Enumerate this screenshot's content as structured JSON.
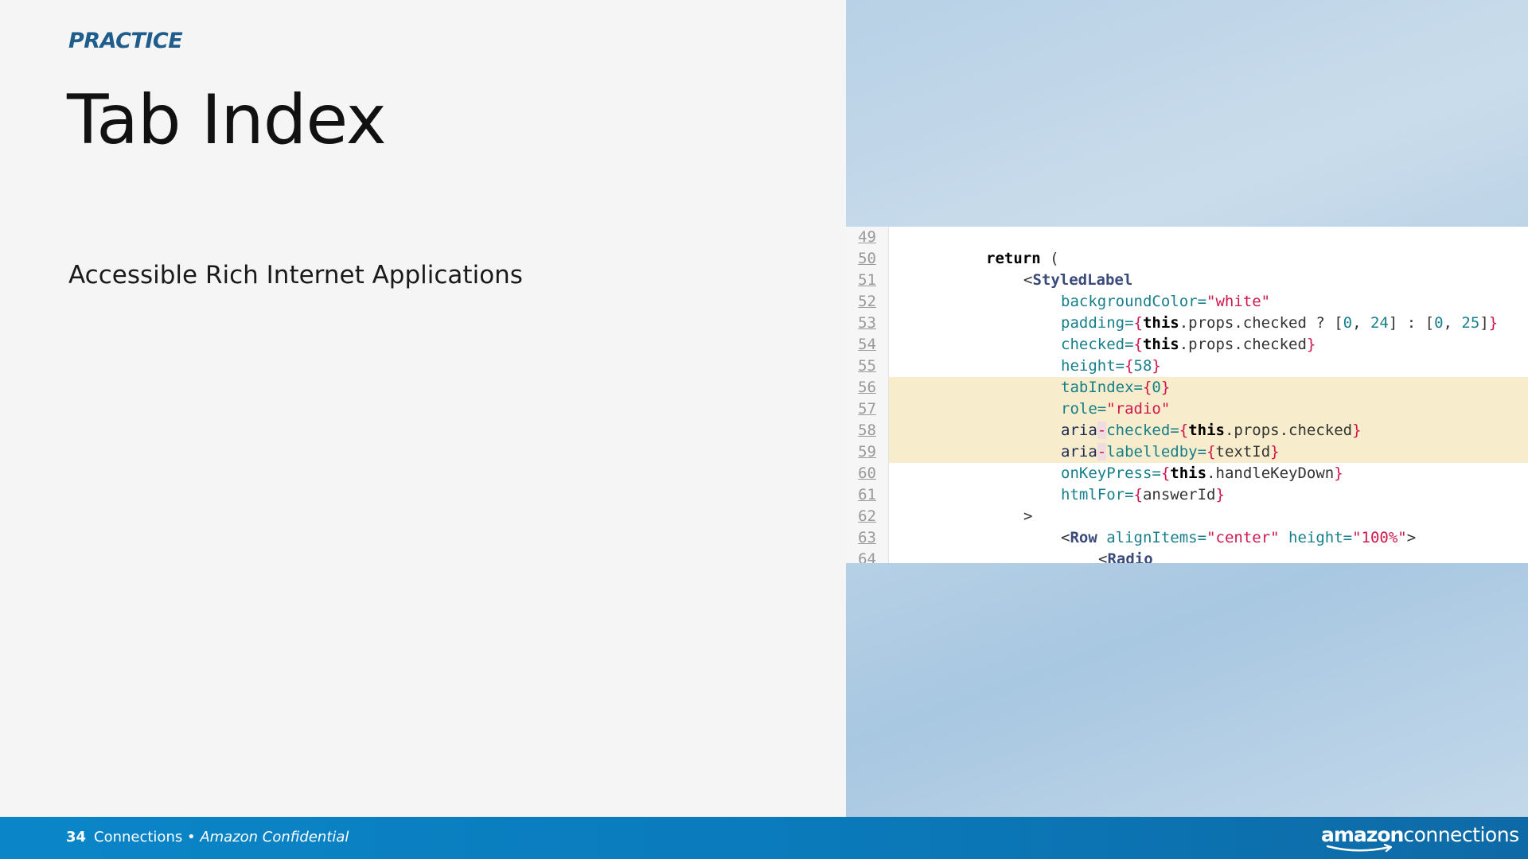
{
  "slide": {
    "section_label": "PRACTICE",
    "title": "Tab Index",
    "subtitle": "Accessible Rich Internet Applications"
  },
  "code_snippet": {
    "lines": [
      {
        "number": "49",
        "text": ""
      },
      {
        "number": "50",
        "text": "return ("
      },
      {
        "number": "51",
        "text": "<StyledLabel"
      },
      {
        "number": "52",
        "text": "backgroundColor=\"white\""
      },
      {
        "number": "53",
        "text": "padding={this.props.checked ? [0, 24] : [0, 25]}"
      },
      {
        "number": "54",
        "text": "checked={this.props.checked}"
      },
      {
        "number": "55",
        "text": "height={58}"
      },
      {
        "number": "56",
        "text": "tabIndex={0}"
      },
      {
        "number": "57",
        "text": "role=\"radio\""
      },
      {
        "number": "58",
        "text": "aria-checked={this.props.checked}"
      },
      {
        "number": "59",
        "text": "aria-labelledby={textId}"
      },
      {
        "number": "60",
        "text": "onKeyPress={this.handleKeyDown}"
      },
      {
        "number": "61",
        "text": "htmlFor={answerId}"
      },
      {
        "number": "62",
        "text": ">"
      },
      {
        "number": "63",
        "text": "<Row alignItems=\"center\" height=\"100%\">"
      },
      {
        "number": "64",
        "text": "<Radio"
      }
    ],
    "highlighted_lines": [
      "56",
      "57",
      "58",
      "59"
    ],
    "highlight_color": "#f7eccb"
  },
  "footer": {
    "page_number": "34",
    "brand": "Connections",
    "separator": "•",
    "confidential": "Amazon Confidential",
    "logo_amazon": "amazon",
    "logo_connections": "connections"
  },
  "colors": {
    "accent": "#1f5d8c",
    "footer_bar": "#0a7bbc"
  }
}
